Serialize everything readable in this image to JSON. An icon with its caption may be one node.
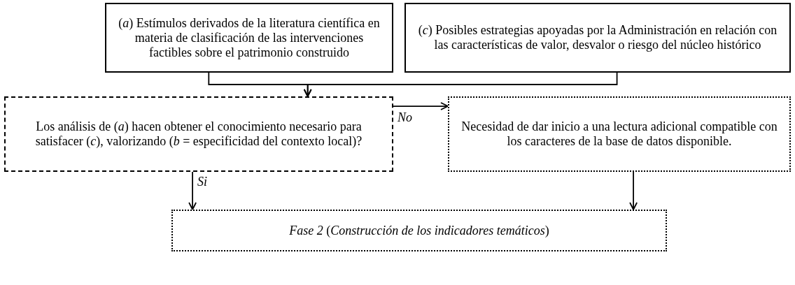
{
  "diagram": {
    "nodes": [
      {
        "text": [
          "(*a*) Estímulos derivados de la literatura científica en materia de clasificación de las intervenciones factibles sobre el patrimonio construido"
        ]
      },
      {
        "text": [
          "(*c*) Posibles estrategias apoyadas por la Administración en relación con las características de valor, desvalor o riesgo del núcleo histórico"
        ]
      },
      {
        "text": [
          "Los análisis de (*a*) hacen obtener el conocimiento necesario para satisfacer (*c*), valorizando (*b* = especificidad del contexto local)?"
        ]
      },
      {
        "text": [
          "Necesidad de dar inicio a una lectura adicional compatible con los caracteres de la base de datos disponible."
        ]
      },
      {
        "text": [
          "*Fase 2* (*Construcción de los indicadores temáticos*)"
        ]
      }
    ],
    "edges": [
      {
        "from": 0,
        "to": 2,
        "arrow": "to"
      },
      {
        "from": 1,
        "to": 2,
        "arrow": "to"
      },
      {
        "from": 2,
        "to": 3,
        "arrow": "to",
        "label": "No"
      },
      {
        "from": 2,
        "to": 4,
        "arrow": "to",
        "label": "Si"
      },
      {
        "from": 3,
        "to": 4,
        "arrow": "to"
      }
    ]
  }
}
